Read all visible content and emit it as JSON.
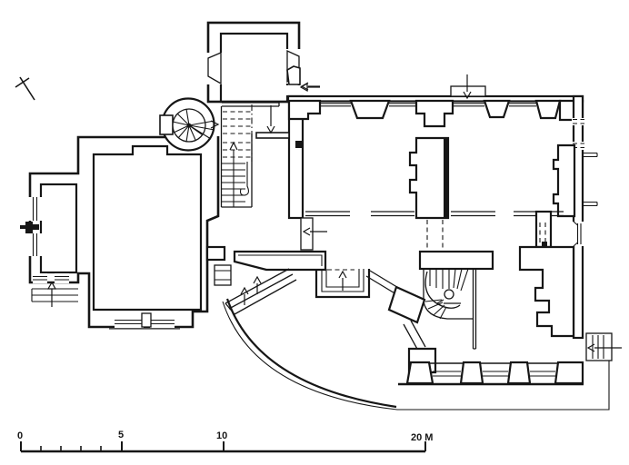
{
  "document": {
    "kind": "architectural floor plan — measured survey drawing, ink on white",
    "paper_color": "#ffffff",
    "ink_color": "#161616"
  },
  "scale_bar": {
    "unit": "M",
    "label_0": "0",
    "label_5": "5",
    "label_10": "10",
    "label_20": "20 M",
    "major_ticks_m": [
      0,
      5,
      10,
      20
    ],
    "minor_ticks_m": [
      1,
      2,
      3,
      4
    ]
  },
  "symbols": {
    "north_mark": "diagonal cross at upper left",
    "stairs": [
      "spiral-staircase (upper centre-left)",
      "straight-staircase (centre)",
      "winder-staircase (lower right)",
      "exterior-steps (lower left and porch)"
    ],
    "arrows": "open-triangle direction arrows at entrances and stair runs",
    "dashed_lines": "elements above section cut (stair flights, door openings)"
  }
}
